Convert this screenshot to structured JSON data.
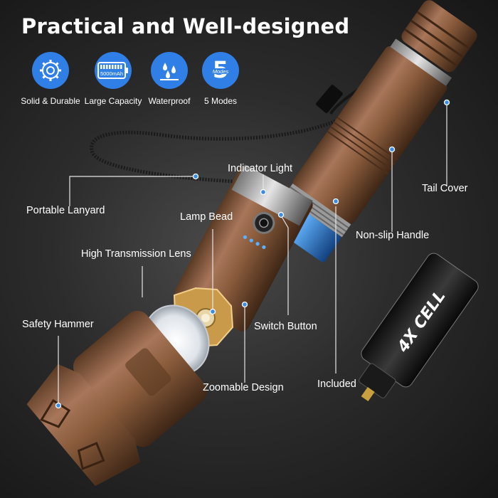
{
  "title": "Practical and Well-designed",
  "features": [
    {
      "label": "Solid & Durable",
      "icon": "gear-icon"
    },
    {
      "label": "Large Capacity",
      "icon": "battery-icon",
      "badge": "5000mAh"
    },
    {
      "label": "Waterproof",
      "icon": "water-drops-icon"
    },
    {
      "label": "5 Modes",
      "icon": "five-modes-icon",
      "badge_number": "5",
      "badge_text": "Modes"
    }
  ],
  "callouts": {
    "indicator_light": "Indicator Light",
    "tail_cover": "Tail Cover",
    "portable_lanyard": "Portable Lanyard",
    "lamp_bead": "Lamp Bead",
    "non_slip_handle": "Non-slip Handle",
    "high_transmission_lens": "High Transmission Lens",
    "safety_hammer": "Safety Hammer",
    "switch_button": "Switch Button",
    "zoomable_design": "Zoomable Design",
    "included": "Included"
  },
  "battery_label": "4X CELL",
  "colors": {
    "accent": "#2f7fe6",
    "body": "#8a5c3c",
    "ring": "#3b8ee8"
  }
}
